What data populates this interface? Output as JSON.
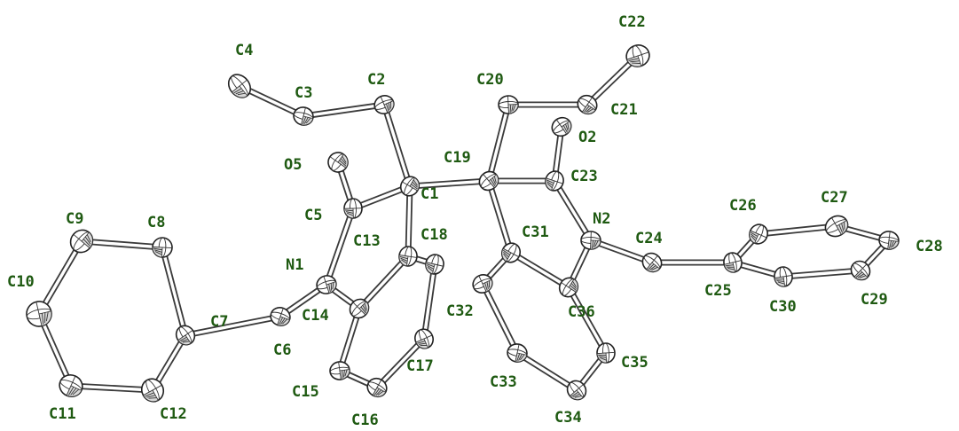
{
  "diagram": {
    "type": "ortep-molecular-structure",
    "label_color": "#1f5a12",
    "atoms": [
      {
        "id": "C1",
        "label": "C1",
        "element": "C"
      },
      {
        "id": "C2",
        "label": "C2",
        "element": "C"
      },
      {
        "id": "C3",
        "label": "C3",
        "element": "C"
      },
      {
        "id": "C4",
        "label": "C4",
        "element": "C"
      },
      {
        "id": "C5",
        "label": "C5",
        "element": "C"
      },
      {
        "id": "O5",
        "label": "O5",
        "element": "O"
      },
      {
        "id": "N1",
        "label": "N1",
        "element": "N"
      },
      {
        "id": "C6",
        "label": "C6",
        "element": "C"
      },
      {
        "id": "C7",
        "label": "C7",
        "element": "C"
      },
      {
        "id": "C8",
        "label": "C8",
        "element": "C"
      },
      {
        "id": "C9",
        "label": "C9",
        "element": "C"
      },
      {
        "id": "C10",
        "label": "C10",
        "element": "C"
      },
      {
        "id": "C11",
        "label": "C11",
        "element": "C"
      },
      {
        "id": "C12",
        "label": "C12",
        "element": "C"
      },
      {
        "id": "C13",
        "label": "C13",
        "element": "C"
      },
      {
        "id": "C14",
        "label": "C14",
        "element": "C"
      },
      {
        "id": "C15",
        "label": "C15",
        "element": "C"
      },
      {
        "id": "C16",
        "label": "C16",
        "element": "C"
      },
      {
        "id": "C17",
        "label": "C17",
        "element": "C"
      },
      {
        "id": "C18",
        "label": "C18",
        "element": "C"
      },
      {
        "id": "C19",
        "label": "C19",
        "element": "C"
      },
      {
        "id": "C20",
        "label": "C20",
        "element": "C"
      },
      {
        "id": "C21",
        "label": "C21",
        "element": "C"
      },
      {
        "id": "C22",
        "label": "C22",
        "element": "C"
      },
      {
        "id": "C23",
        "label": "C23",
        "element": "C"
      },
      {
        "id": "O2",
        "label": "O2",
        "element": "O"
      },
      {
        "id": "N2",
        "label": "N2",
        "element": "N"
      },
      {
        "id": "C24",
        "label": "C24",
        "element": "C"
      },
      {
        "id": "C25",
        "label": "C25",
        "element": "C"
      },
      {
        "id": "C26",
        "label": "C26",
        "element": "C"
      },
      {
        "id": "C27",
        "label": "C27",
        "element": "C"
      },
      {
        "id": "C28",
        "label": "C28",
        "element": "C"
      },
      {
        "id": "C29",
        "label": "C29",
        "element": "C"
      },
      {
        "id": "C30",
        "label": "C30",
        "element": "C"
      },
      {
        "id": "C31",
        "label": "C31",
        "element": "C"
      },
      {
        "id": "C32",
        "label": "C32",
        "element": "C"
      },
      {
        "id": "C33",
        "label": "C33",
        "element": "C"
      },
      {
        "id": "C34",
        "label": "C34",
        "element": "C"
      },
      {
        "id": "C35",
        "label": "C35",
        "element": "C"
      },
      {
        "id": "C36",
        "label": "C36",
        "element": "C"
      }
    ],
    "bonds": [
      [
        "C4",
        "C3"
      ],
      [
        "C3",
        "C2"
      ],
      [
        "C2",
        "C1"
      ],
      [
        "C1",
        "C5"
      ],
      [
        "C1",
        "C13"
      ],
      [
        "C1",
        "C19"
      ],
      [
        "C5",
        "O5"
      ],
      [
        "C5",
        "N1"
      ],
      [
        "N1",
        "C14"
      ],
      [
        "N1",
        "C6"
      ],
      [
        "C6",
        "C7"
      ],
      [
        "C7",
        "C8"
      ],
      [
        "C8",
        "C9"
      ],
      [
        "C9",
        "C10"
      ],
      [
        "C10",
        "C11"
      ],
      [
        "C11",
        "C12"
      ],
      [
        "C12",
        "C7"
      ],
      [
        "C13",
        "C14"
      ],
      [
        "C13",
        "C18"
      ],
      [
        "C18",
        "C17"
      ],
      [
        "C17",
        "C16"
      ],
      [
        "C16",
        "C15"
      ],
      [
        "C15",
        "C14"
      ],
      [
        "C19",
        "C20"
      ],
      [
        "C20",
        "C21"
      ],
      [
        "C21",
        "C22"
      ],
      [
        "C19",
        "C23"
      ],
      [
        "C19",
        "C31"
      ],
      [
        "C23",
        "O2"
      ],
      [
        "C23",
        "N2"
      ],
      [
        "N2",
        "C36"
      ],
      [
        "N2",
        "C24"
      ],
      [
        "C24",
        "C25"
      ],
      [
        "C25",
        "C26"
      ],
      [
        "C26",
        "C27"
      ],
      [
        "C27",
        "C28"
      ],
      [
        "C28",
        "C29"
      ],
      [
        "C29",
        "C30"
      ],
      [
        "C30",
        "C25"
      ],
      [
        "C31",
        "C36"
      ],
      [
        "C31",
        "C32"
      ],
      [
        "C32",
        "C33"
      ],
      [
        "C33",
        "C34"
      ],
      [
        "C34",
        "C35"
      ],
      [
        "C35",
        "C36"
      ]
    ]
  }
}
